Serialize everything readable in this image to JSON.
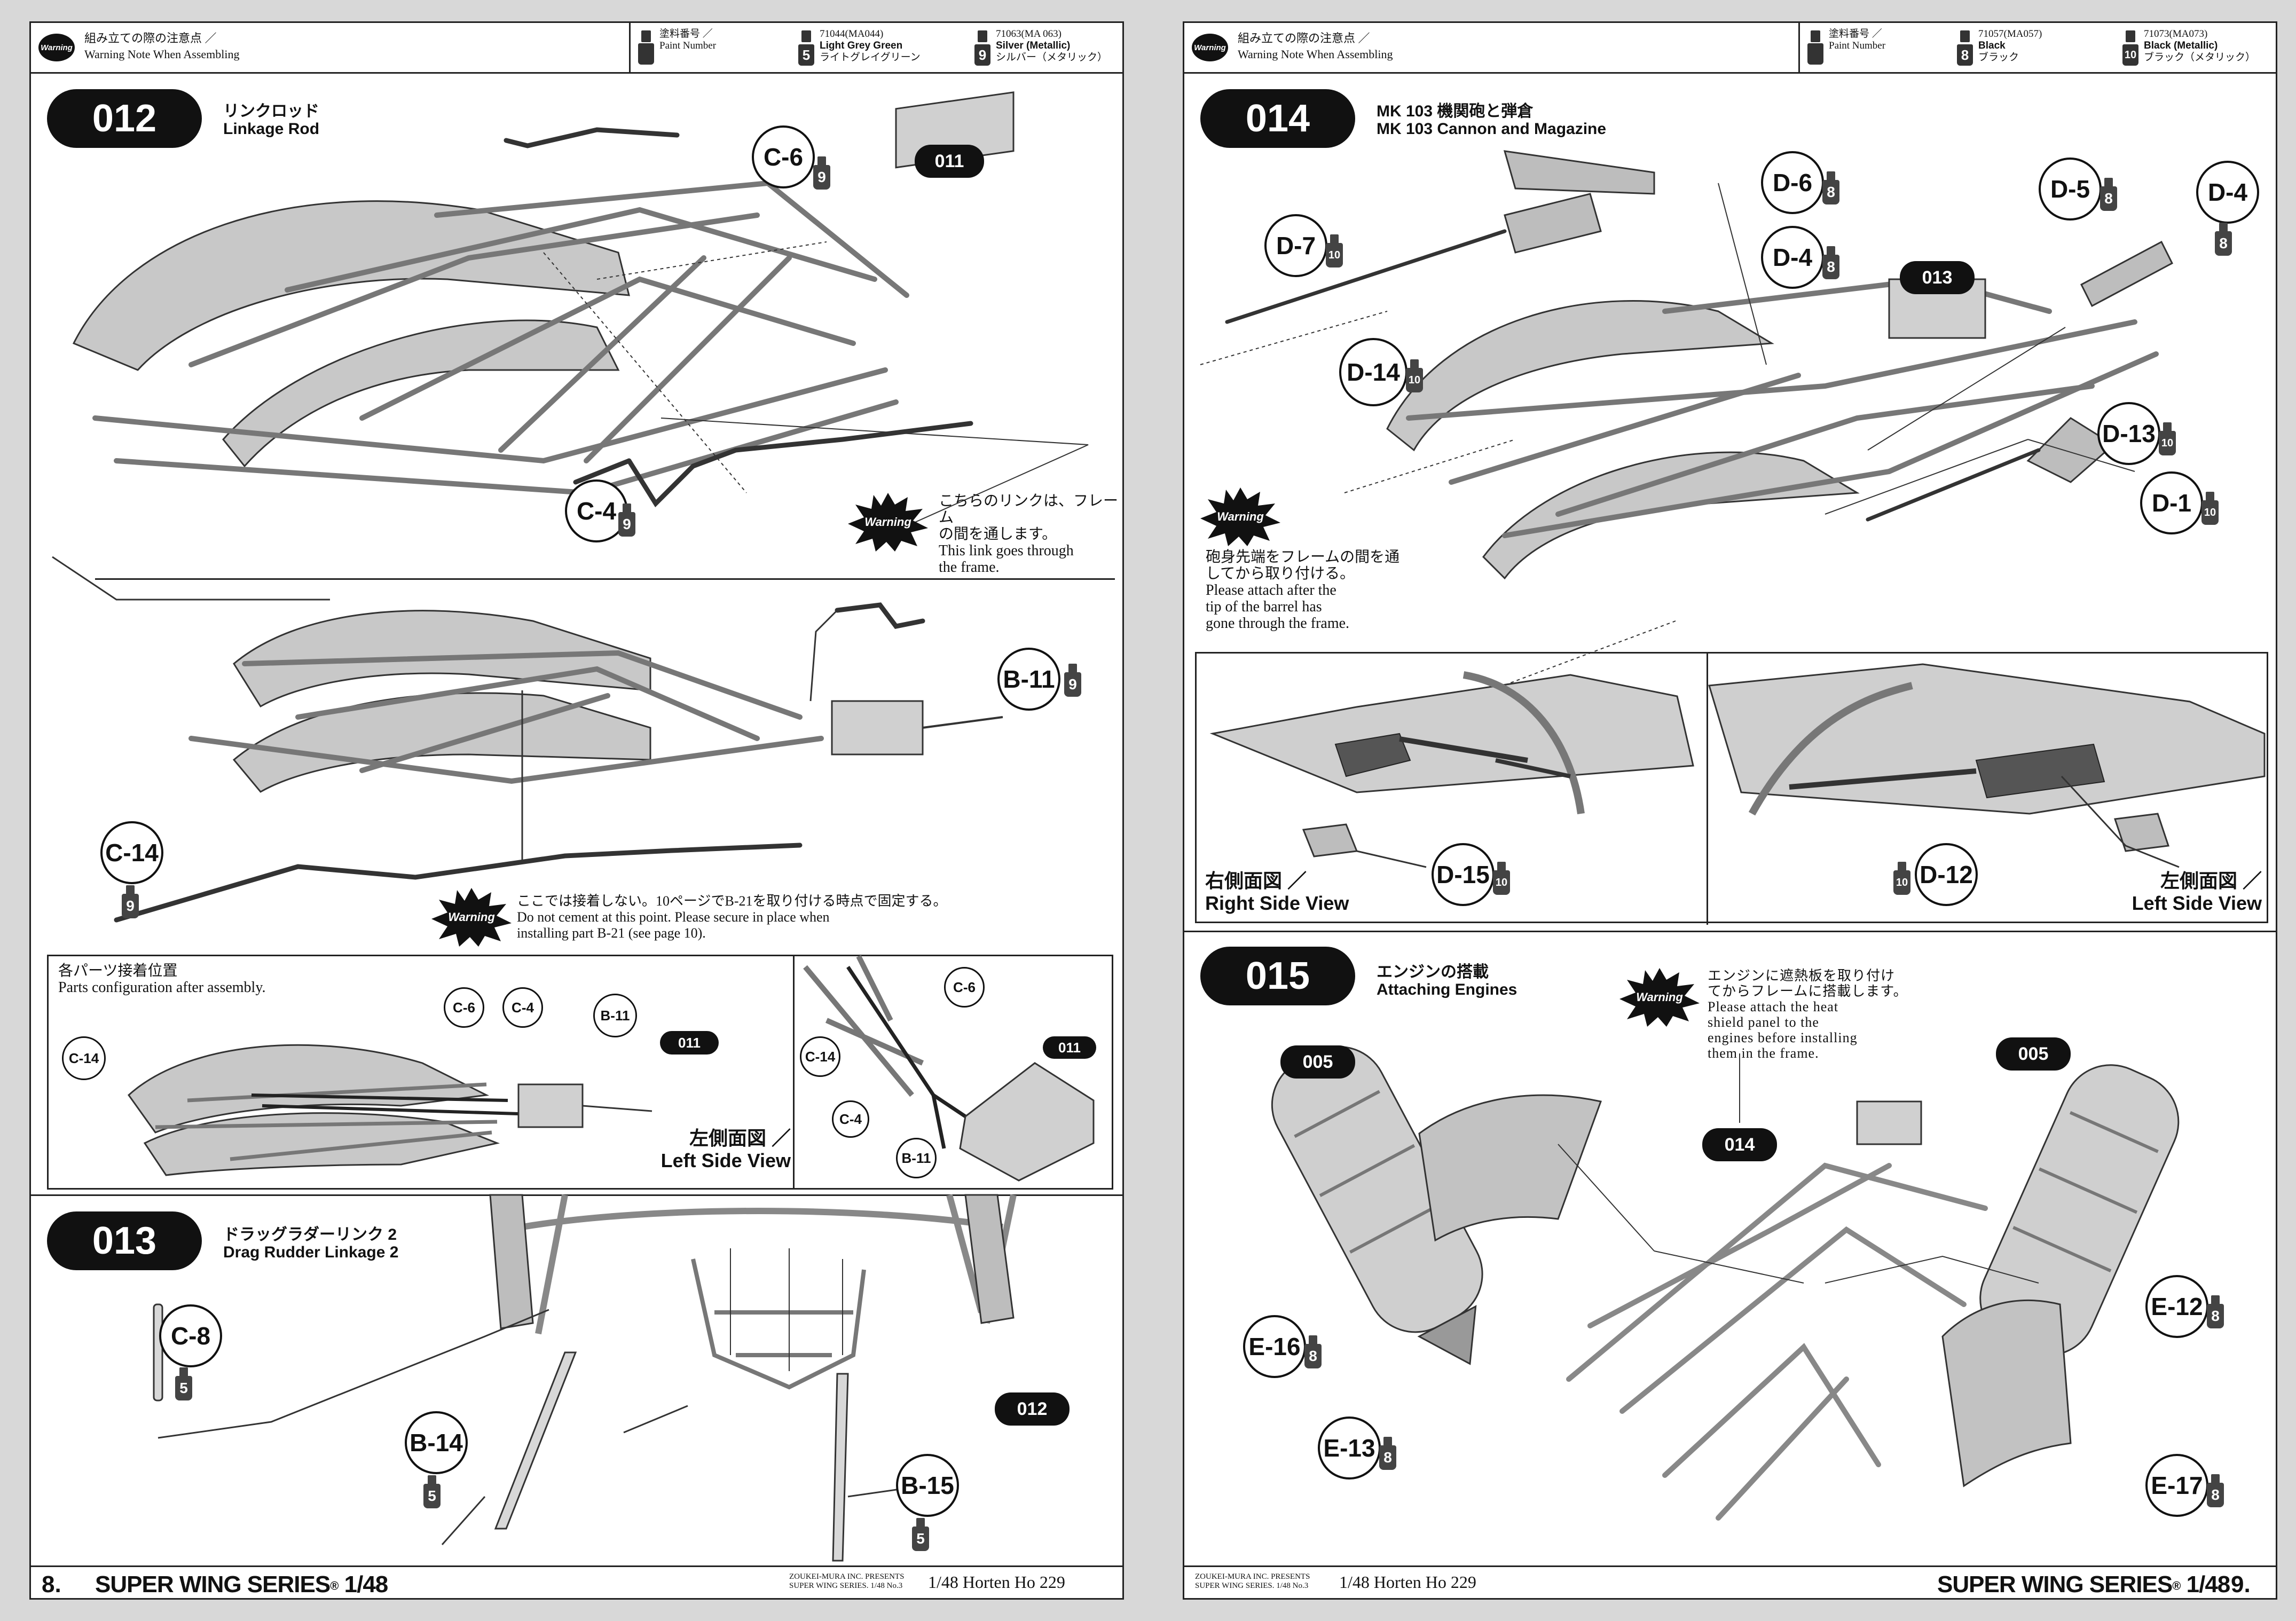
{
  "header": {
    "warning_logo": "Warning",
    "title_jp": "組み立ての際の注意点 ／",
    "title_en": "Warning Note When Assembling",
    "paint_label_jp": "塗料番号 ／",
    "paint_label_en": "Paint Number"
  },
  "left_page": {
    "paints": [
      {
        "num": "5",
        "code": "71044(MA044)",
        "name_en": "Light Grey Green",
        "name_jp": "ライトグレイグリーン"
      },
      {
        "num": "9",
        "code": "71063(MA 063)",
        "name_en": "Silver (Metallic)",
        "name_jp": "シルバー（メタリック）"
      }
    ],
    "step012": {
      "number": "012",
      "title_jp": "リンクロッド",
      "title_en": "Linkage Rod",
      "parts": {
        "c6": "C-6",
        "c6_paint": "9",
        "c4": "C-4",
        "c4_paint": "9",
        "b11": "B-11",
        "b11_paint": "9",
        "c14": "C-14",
        "c14_paint": "9",
        "ref011": "011"
      },
      "warning_label": "Warning",
      "note1_jp": "こちらのリンクは、フレーム",
      "note1_jp2": "の間を通します。",
      "note1_en": "This link goes through",
      "note1_en2": "the frame.",
      "note2_jp": "ここでは接着しない。10ページでB-21を取り付ける時点で固定する。",
      "note2_en": "Do not cement at this point. Please secure in place when",
      "note2_en2": "installing part B-21 (see page 10).",
      "config_jp": "各パーツ接着位置",
      "config_en": "Parts configuration after assembly.",
      "cfg_c6": "C-6",
      "cfg_c4": "C-4",
      "cfg_b11": "B-11",
      "cfg_c14": "C-14",
      "cfg_011": "011",
      "side_view_jp": "左側面図 ／",
      "side_view_en": "Left Side View",
      "zoom_c6": "C-6",
      "zoom_c14": "C-14",
      "zoom_c4": "C-4",
      "zoom_b11": "B-11",
      "zoom_011": "011"
    },
    "step013": {
      "number": "013",
      "title_jp": "ドラッグラダーリンク 2",
      "title_en": "Drag Rudder Linkage 2",
      "c8": "C-8",
      "c8_paint": "5",
      "b14": "B-14",
      "b14_paint": "5",
      "b15": "B-15",
      "b15_paint": "5",
      "ref012": "012"
    },
    "footer": {
      "page": "8.",
      "series": "SUPER WING SERIES",
      "scale": "1/48",
      "small1": "ZOUKEI-MURA INC. PRESENTS",
      "small2": "SUPER WING SERIES. 1/48 No.3",
      "model": "1/48  Horten Ho 229"
    }
  },
  "right_page": {
    "paints": [
      {
        "num": "8",
        "code": "71057(MA057)",
        "name_en": "Black",
        "name_jp": "ブラック"
      },
      {
        "num": "10",
        "code": "71073(MA073)",
        "name_en": "Black (Metallic)",
        "name_jp": "ブラック（メタリック）"
      }
    ],
    "step014": {
      "number": "014",
      "title_jp": "MK 103 機関砲と弾倉",
      "title_en": "MK 103 Cannon and Magazine",
      "d6": "D-6",
      "d6_paint": "8",
      "d4a": "D-4",
      "d4a_paint": "8",
      "d5": "D-5",
      "d5_paint": "8",
      "d4b": "D-4",
      "d4b_paint": "8",
      "d7": "D-7",
      "d7_paint": "10",
      "d14": "D-14",
      "d14_paint": "10",
      "d13": "D-13",
      "d13_paint": "10",
      "d1": "D-1",
      "d1_paint": "10",
      "ref013": "013",
      "warning_label": "Warning",
      "note_jp": "砲身先端をフレームの間を通",
      "note_jp2": "してから取り付ける。",
      "note_en": "Please attach after the",
      "note_en2": "tip of the barrel has",
      "note_en3": "gone through the frame.",
      "right_view_jp": "右側面図 ／",
      "right_view_en": "Right Side View",
      "left_view_jp": "左側面図 ／",
      "left_view_en": "Left Side View",
      "d15": "D-15",
      "d15_paint": "10",
      "d12": "D-12",
      "d12_paint": "10"
    },
    "step015": {
      "number": "015",
      "title_jp": "エンジンの搭載",
      "title_en": "Attaching Engines",
      "warning_label": "Warning",
      "note_jp": "エンジンに遮熱板を取り付け",
      "note_jp2": "てからフレームに搭載します。",
      "note_en": "Please attach the heat",
      "note_en2": "shield panel to the",
      "note_en3": "engines before installing",
      "note_en4": "them in the frame.",
      "ref005a": "005",
      "ref005b": "005",
      "ref014": "014",
      "e16": "E-16",
      "e16_paint": "8",
      "e13": "E-13",
      "e13_paint": "8",
      "e12": "E-12",
      "e12_paint": "8",
      "e17": "E-17",
      "e17_paint": "8"
    },
    "footer": {
      "page": "9.",
      "series": "SUPER WING SERIES",
      "scale": "1/48",
      "small1": "ZOUKEI-MURA INC. PRESENTS",
      "small2": "SUPER WING SERIES. 1/48 No.3",
      "model": "1/48  Horten Ho 229"
    }
  },
  "colors": {
    "ink": "#111111",
    "frame": "#9a9a9a",
    "panel": "#bdbdbd"
  }
}
